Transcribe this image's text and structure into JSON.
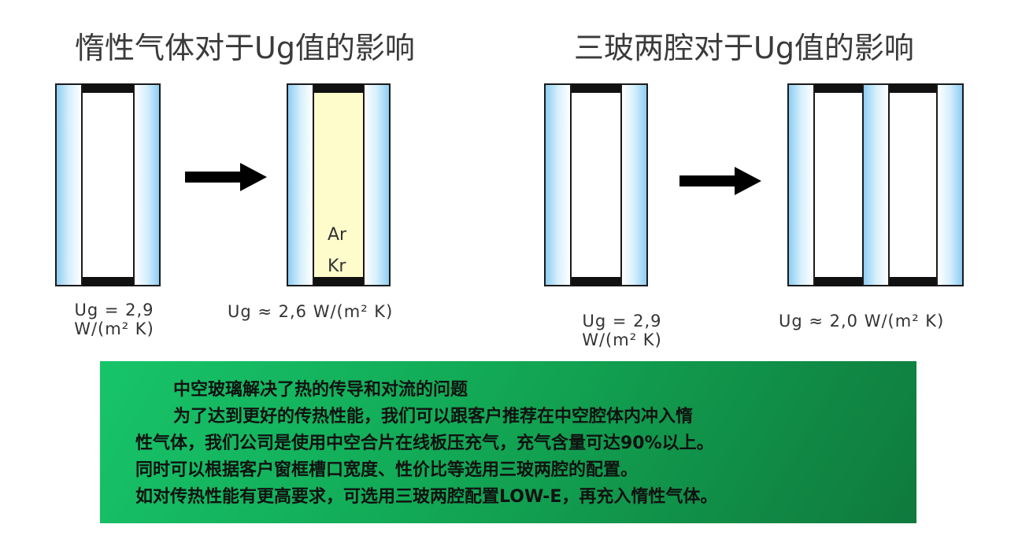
{
  "titles": {
    "left": "惰性气体对于Ug值的影响",
    "right": "三玻两腔对于Ug值的影响"
  },
  "gas_labels": {
    "argon": "Ar",
    "krypton": "Kr"
  },
  "values": {
    "air_double_line1": "Ug = 2,9",
    "air_double_line2": "W/(m² K)",
    "gas_double": "Ug ≈ 2,6 W/(m² K)",
    "double_line1": "Ug = 2,9",
    "double_line2": "W/(m² K)",
    "triple": "Ug ≈ 2,0 W/(m² K)"
  },
  "summary": {
    "line1": "中空玻璃解决了热的传导和对流的问题",
    "line2": "为了达到更好的传热性能，我们可以跟客户推荐在中空腔体内冲入惰",
    "line3": "性气体，我们公司是使用中空合片在线板压充气，充气含量可达90%以上。",
    "line4": "同时可以根据客户窗框槽口宽度、性价比等选用三玻两腔的配置。",
    "line5": "如对传热性能有更高要求，可选用三玻两腔配置LOW-E，再充入惰性气体。"
  },
  "colors": {
    "glass": "#8ecdf2",
    "gas_fill": "#fffccc",
    "spacer": "#111111",
    "panel_green_start": "#17c46a",
    "panel_green_end": "#0f7a3d"
  }
}
